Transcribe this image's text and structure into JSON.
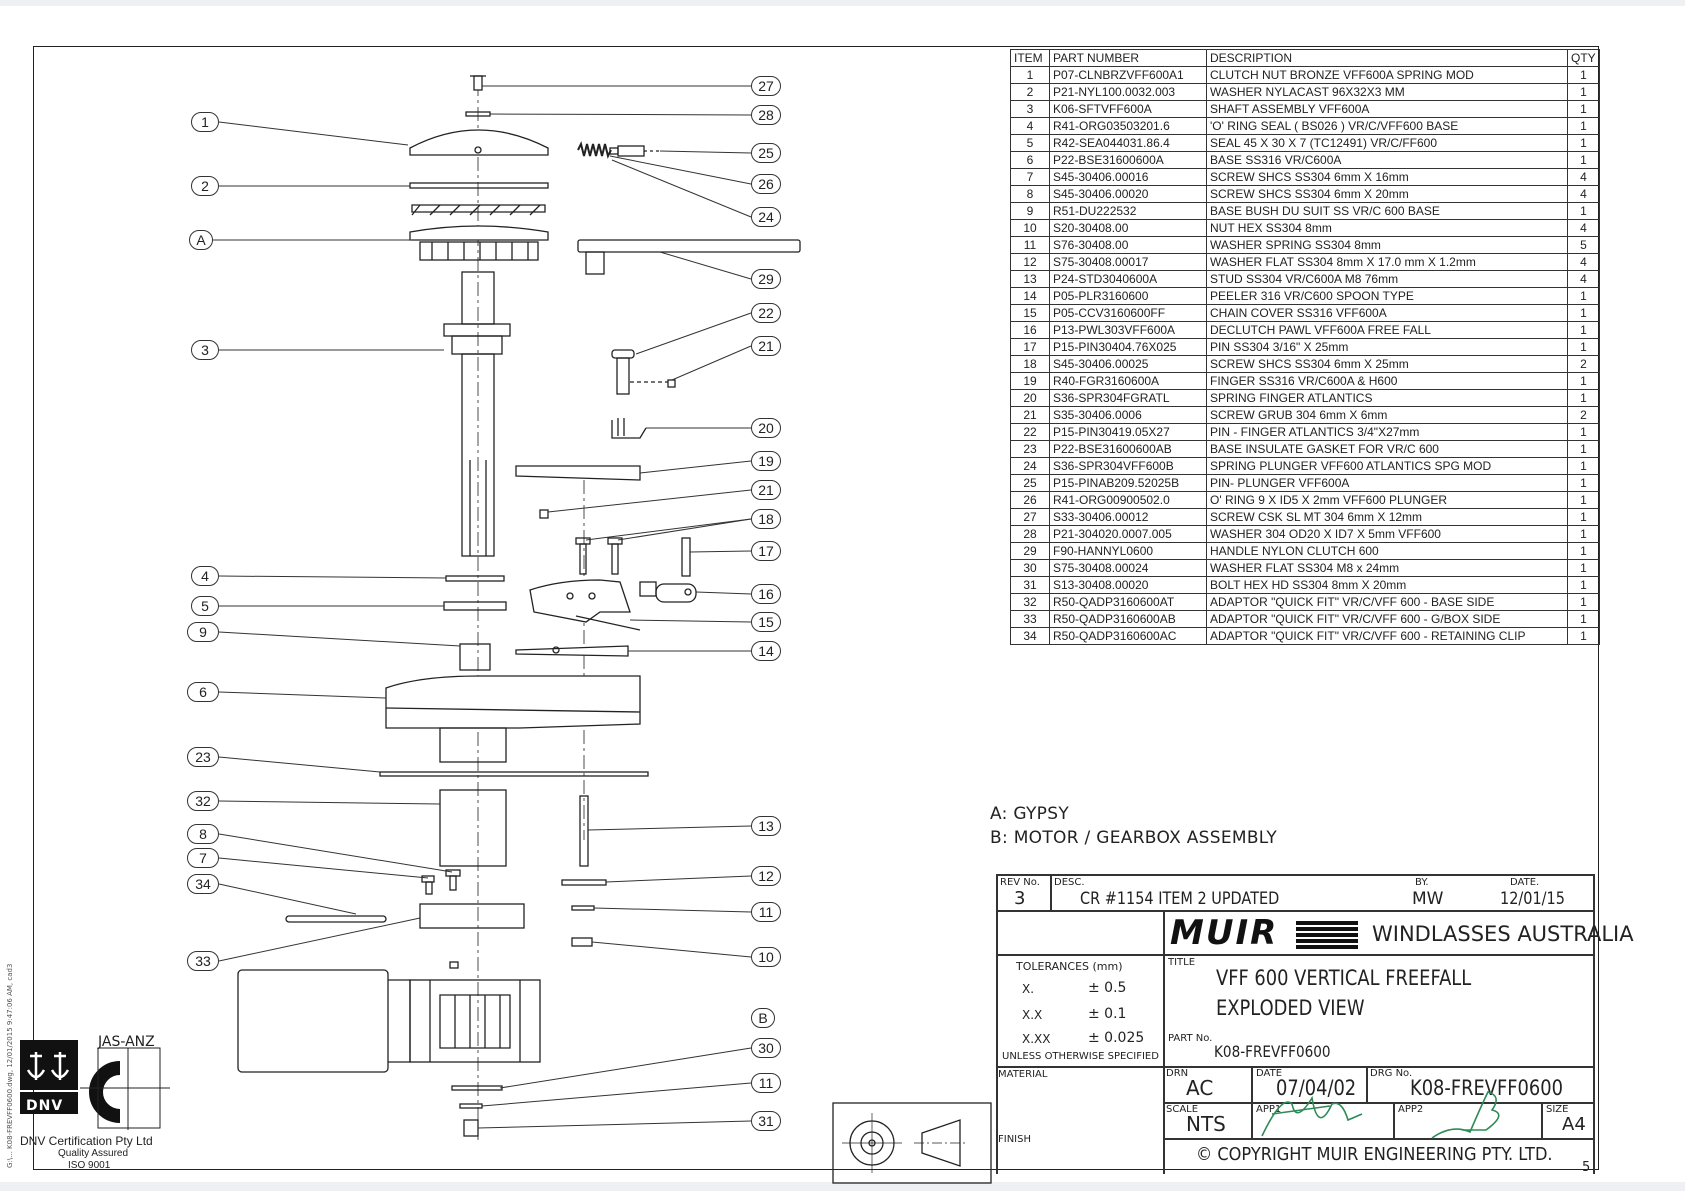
{
  "drawing": {
    "callouts": [
      "1",
      "2",
      "A",
      "3",
      "4",
      "5",
      "9",
      "6",
      "23",
      "32",
      "8",
      "7",
      "34",
      "33",
      "27",
      "28",
      "25",
      "26",
      "24",
      "29",
      "22",
      "21",
      "20",
      "19",
      "21",
      "18",
      "17",
      "16",
      "15",
      "14",
      "13",
      "12",
      "11",
      "10",
      "B",
      "30",
      "11",
      "31"
    ]
  },
  "bom": {
    "headers": {
      "item": "ITEM",
      "part_number": "PART NUMBER",
      "description": "DESCRIPTION",
      "qty": "QTY"
    },
    "rows": [
      {
        "item": "1",
        "part": "P07-CLNBRZVFF600A1",
        "desc": "CLUTCH NUT BRONZE VFF600A SPRING MOD",
        "qty": "1"
      },
      {
        "item": "2",
        "part": "P21-NYL100.0032.003",
        "desc": "WASHER NYLACAST 96X32X3 MM",
        "qty": "1"
      },
      {
        "item": "3",
        "part": "K06-SFTVFF600A",
        "desc": "SHAFT ASSEMBLY VFF600A",
        "qty": "1"
      },
      {
        "item": "4",
        "part": "R41-ORG03503201.6",
        "desc": "'O' RING SEAL ( BS026 ) VR/C/VFF600 BASE",
        "qty": "1"
      },
      {
        "item": "5",
        "part": "R42-SEA044031.86.4",
        "desc": "SEAL 45 X 30 X 7 (TC12491) VR/C/FF600",
        "qty": "1"
      },
      {
        "item": "6",
        "part": "P22-BSE31600600A",
        "desc": "BASE SS316 VR/C600A",
        "qty": "1"
      },
      {
        "item": "7",
        "part": "S45-30406.00016",
        "desc": "SCREW SHCS SS304 6mm X 16mm",
        "qty": "4"
      },
      {
        "item": "8",
        "part": "S45-30406.00020",
        "desc": "SCREW SHCS SS304 6mm X 20mm",
        "qty": "4"
      },
      {
        "item": "9",
        "part": "R51-DU222532",
        "desc": "BASE BUSH DU SUIT SS VR/C 600 BASE",
        "qty": "1"
      },
      {
        "item": "10",
        "part": "S20-30408.00",
        "desc": "NUT HEX SS304 8mm",
        "qty": "4"
      },
      {
        "item": "11",
        "part": "S76-30408.00",
        "desc": "WASHER SPRING SS304 8mm",
        "qty": "5"
      },
      {
        "item": "12",
        "part": "S75-30408.00017",
        "desc": "WASHER FLAT SS304 8mm X 17.0 mm X 1.2mm",
        "qty": "4"
      },
      {
        "item": "13",
        "part": "P24-STD3040600A",
        "desc": "STUD SS304 VR/C600A M8 76mm",
        "qty": "4"
      },
      {
        "item": "14",
        "part": "P05-PLR3160600",
        "desc": "PEELER 316 VR/C600 SPOON TYPE",
        "qty": "1"
      },
      {
        "item": "15",
        "part": "P05-CCV3160600FF",
        "desc": "CHAIN COVER SS316 VFF600A",
        "qty": "1"
      },
      {
        "item": "16",
        "part": "P13-PWL303VFF600A",
        "desc": "DECLUTCH PAWL VFF600A FREE FALL",
        "qty": "1"
      },
      {
        "item": "17",
        "part": "P15-PIN30404.76X025",
        "desc": "PIN SS304  3/16\" X 25mm",
        "qty": "1"
      },
      {
        "item": "18",
        "part": "S45-30406.00025",
        "desc": "SCREW SHCS SS304 6mm X 25mm",
        "qty": "2"
      },
      {
        "item": "19",
        "part": "R40-FGR3160600A",
        "desc": "FINGER SS316 VR/C600A & H600",
        "qty": "1"
      },
      {
        "item": "20",
        "part": "S36-SPR304FGRATL",
        "desc": "SPRING FINGER ATLANTICS",
        "qty": "1"
      },
      {
        "item": "21",
        "part": "S35-30406.0006",
        "desc": "SCREW GRUB 304 6mm X 6mm",
        "qty": "2"
      },
      {
        "item": "22",
        "part": "P15-PIN30419.05X27",
        "desc": "PIN - FINGER ATLANTICS 3/4\"X27mm",
        "qty": "1"
      },
      {
        "item": "23",
        "part": "P22-BSE31600600AB",
        "desc": "BASE INSULATE GASKET FOR VR/C 600",
        "qty": "1"
      },
      {
        "item": "24",
        "part": "S36-SPR304VFF600B",
        "desc": "SPRING PLUNGER VFF600 ATLANTICS SPG MOD",
        "qty": "1"
      },
      {
        "item": "25",
        "part": "P15-PINAB209.52025B",
        "desc": "PIN- PLUNGER VFF600A",
        "qty": "1"
      },
      {
        "item": "26",
        "part": "R41-ORG00900502.0",
        "desc": "O' RING 9 X ID5 X 2mm VFF600 PLUNGER",
        "qty": "1"
      },
      {
        "item": "27",
        "part": "S33-30406.00012",
        "desc": "SCREW CSK SL MT 304 6mm X 12mm",
        "qty": "1"
      },
      {
        "item": "28",
        "part": "P21-304020.0007.005",
        "desc": "WASHER 304 OD20 X ID7 X 5mm VFF600",
        "qty": "1"
      },
      {
        "item": "29",
        "part": "F90-HANNYL0600",
        "desc": "HANDLE NYLON CLUTCH 600",
        "qty": "1"
      },
      {
        "item": "30",
        "part": "S75-30408.00024",
        "desc": "WASHER FLAT SS304 M8 x 24mm",
        "qty": "1"
      },
      {
        "item": "31",
        "part": "S13-30408.00020",
        "desc": "BOLT HEX HD SS304 8mm X 20mm",
        "qty": "1"
      },
      {
        "item": "32",
        "part": "R50-QADP3160600AT",
        "desc": "ADAPTOR \"QUICK FIT\" VR/C/VFF 600 - BASE SIDE",
        "qty": "1"
      },
      {
        "item": "33",
        "part": "R50-QADP3160600AB",
        "desc": "ADAPTOR \"QUICK FIT\" VR/C/VFF 600 - G/BOX SIDE",
        "qty": "1"
      },
      {
        "item": "34",
        "part": "R50-QADP3160600AC",
        "desc": "ADAPTOR \"QUICK FIT\" VR/C/VFF 600 - RETAINING CLIP",
        "qty": "1"
      }
    ]
  },
  "notes": {
    "line_a": "A: GYPSY",
    "line_b": "B: MOTOR / GEARBOX ASSEMBLY"
  },
  "title_block": {
    "rev_label": "REV No.",
    "rev_value": "3",
    "desc_label": "DESC.",
    "desc_value": "CR #1154 ITEM 2 UPDATED",
    "by_label": "BY.",
    "by_value": "MW",
    "date_label": "DATE.",
    "date_value": "12/01/15",
    "company_logo": "MUIR",
    "company_name": "WINDLASSES AUSTRALIA",
    "tolerances_label": "TOLERANCES (mm)",
    "tol_rows": [
      {
        "fmt": "X.",
        "val": "± 0.5"
      },
      {
        "fmt": "X.X",
        "val": "± 0.1"
      },
      {
        "fmt": "X.XX",
        "val": "± 0.025"
      }
    ],
    "unless_label": "UNLESS OTHERWISE SPECIFIED",
    "title_label": "TITLE",
    "title_line1": "VFF 600  VERTICAL FREEFALL",
    "title_line2": "EXPLODED VIEW",
    "partno_label": "PART No.",
    "partno_value": "K08-FREVFF0600",
    "material_label": "MATERIAL",
    "finish_label": "FINISH",
    "drn_label": "DRN",
    "drn_value": "AC",
    "date2_label": "DATE",
    "date2_value": "07/04/02",
    "drgno_label": "DRG No.",
    "drgno_value": "K08-FREVFF0600",
    "scale_label": "SCALE",
    "scale_value": "NTS",
    "app1_label": "APP1",
    "app2_label": "APP2",
    "size_label": "SIZE",
    "size_value": "A4",
    "copyright": "© COPYRIGHT MUIR ENGINEERING PTY. LTD.",
    "sheet_mark": "5"
  },
  "certification": {
    "jas_anz": "JAS-ANZ",
    "dnv": "DNV",
    "line1": "DNV Certification Pty Ltd",
    "line2": "Quality Assured",
    "line3": "ISO 9001"
  },
  "margin_note": "G:\\... K08-FREVFF0600.dwg, 12/01/2015 9:47:06 AM, cad3",
  "colors": {
    "ink": "#222222",
    "signature": "#2e8b57"
  }
}
